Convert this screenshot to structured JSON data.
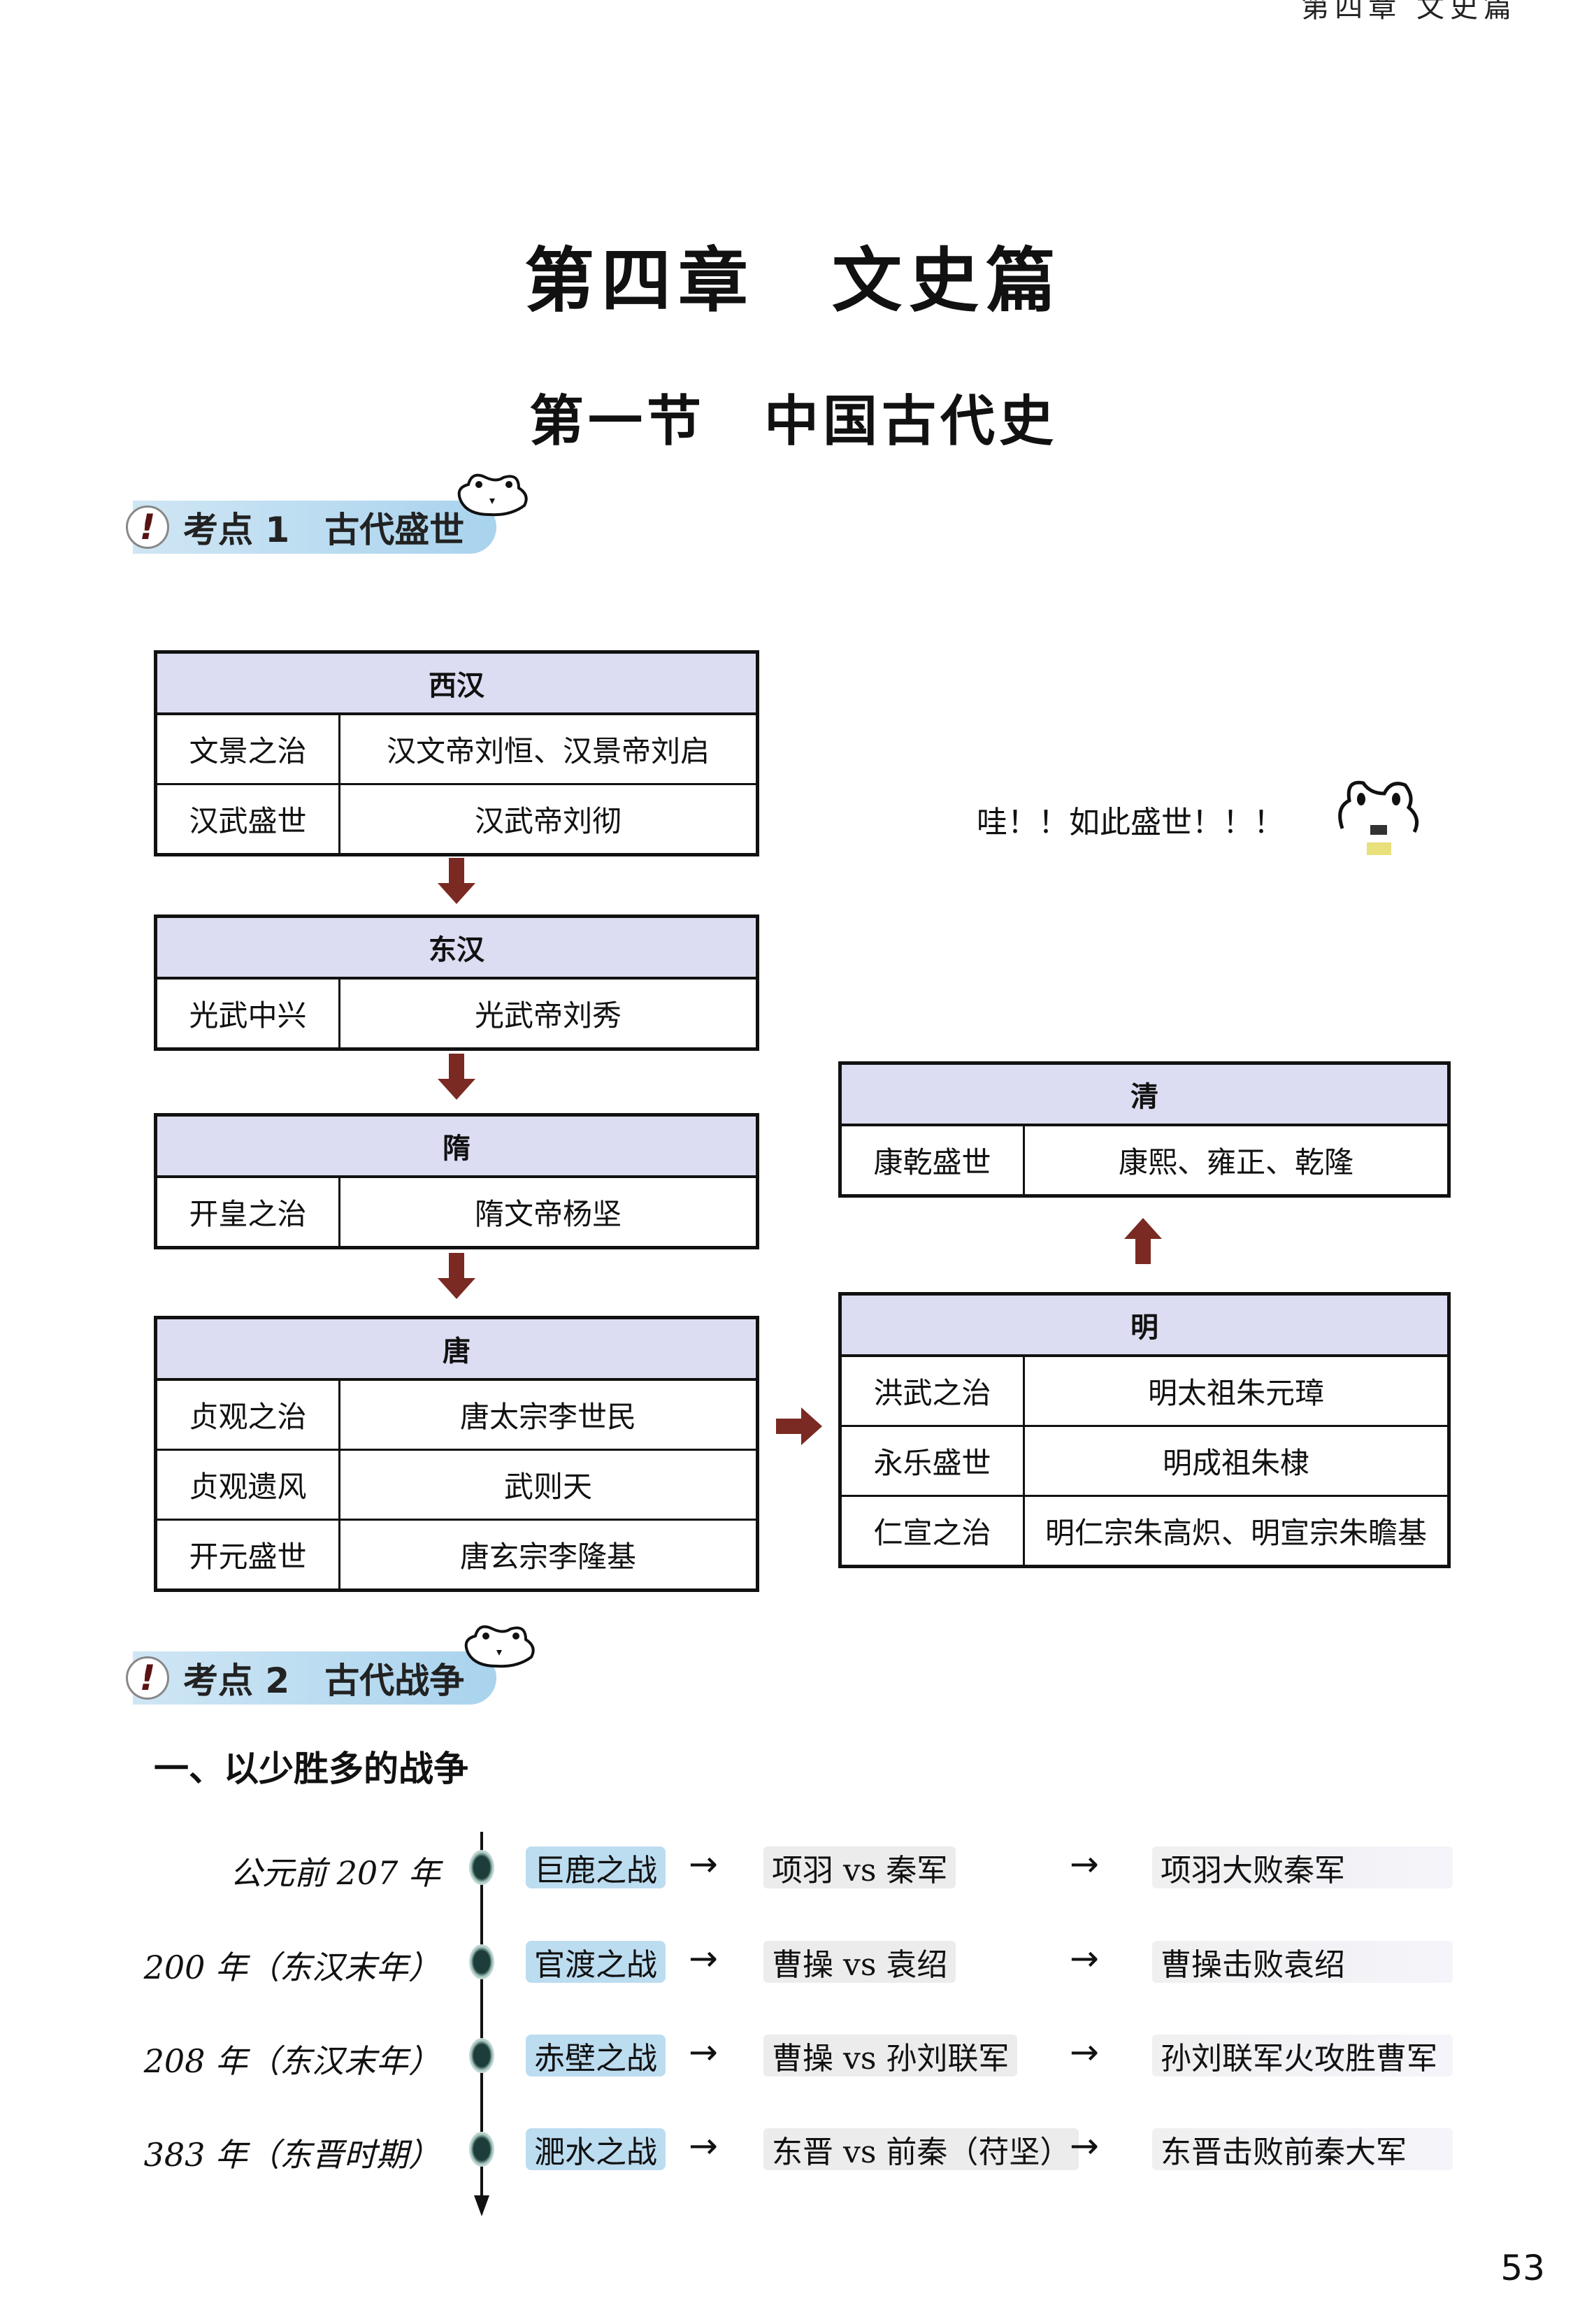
{
  "running_header": "第四章  文史篇",
  "chapter_title": "第四章　文史篇",
  "section_title": "第一节　中国古代史",
  "kaodian1": {
    "exclaim": "!",
    "num": "考点 1",
    "title": "古代盛世"
  },
  "tables": {
    "xihan": {
      "title": "西汉",
      "rows": [
        [
          "文景之治",
          "汉文帝刘恒、汉景帝刘启"
        ],
        [
          "汉武盛世",
          "汉武帝刘彻"
        ]
      ]
    },
    "donghan": {
      "title": "东汉",
      "rows": [
        [
          "光武中兴",
          "光武帝刘秀"
        ]
      ]
    },
    "sui": {
      "title": "隋",
      "rows": [
        [
          "开皇之治",
          "隋文帝杨坚"
        ]
      ]
    },
    "tang": {
      "title": "唐",
      "rows": [
        [
          "贞观之治",
          "唐太宗李世民"
        ],
        [
          "贞观遗风",
          "武则天"
        ],
        [
          "开元盛世",
          "唐玄宗李隆基"
        ]
      ]
    },
    "ming": {
      "title": "明",
      "rows": [
        [
          "洪武之治",
          "明太祖朱元璋"
        ],
        [
          "永乐盛世",
          "明成祖朱棣"
        ],
        [
          "仁宣之治",
          "明仁宗朱高炽、明宣宗朱瞻基"
        ]
      ]
    },
    "qing": {
      "title": "清",
      "rows": [
        [
          "康乾盛世",
          "康熙、雍正、乾隆"
        ]
      ]
    }
  },
  "comment": "哇！！如此盛世！！！",
  "kaodian2": {
    "exclaim": "!",
    "num": "考点 2",
    "title": "古代战争"
  },
  "subheading": "一、以少胜多的战争",
  "battles": [
    {
      "year": "公元前 207 年",
      "name": "巨鹿之战",
      "sides": "项羽 vs 秦军",
      "result": "项羽大败秦军"
    },
    {
      "year": "200 年（东汉末年）",
      "name": "官渡之战",
      "sides": "曹操 vs 袁绍",
      "result": "曹操击败袁绍"
    },
    {
      "year": "208 年（东汉末年）",
      "name": "赤壁之战",
      "sides": "曹操 vs 孙刘联军",
      "result": "孙刘联军火攻胜曹军"
    },
    {
      "year": "383 年（东晋时期）",
      "name": "淝水之战",
      "sides": "东晋 vs 前秦（苻坚）",
      "result": "东晋击败前秦大军"
    }
  ],
  "arrow_glyph": "→",
  "page_number": "53",
  "colors": {
    "table_header": "#dcdcf2",
    "flow_arrow": "#7a2a22",
    "badge": "#a9d3ee",
    "battle_box": "#bcdcf0"
  }
}
